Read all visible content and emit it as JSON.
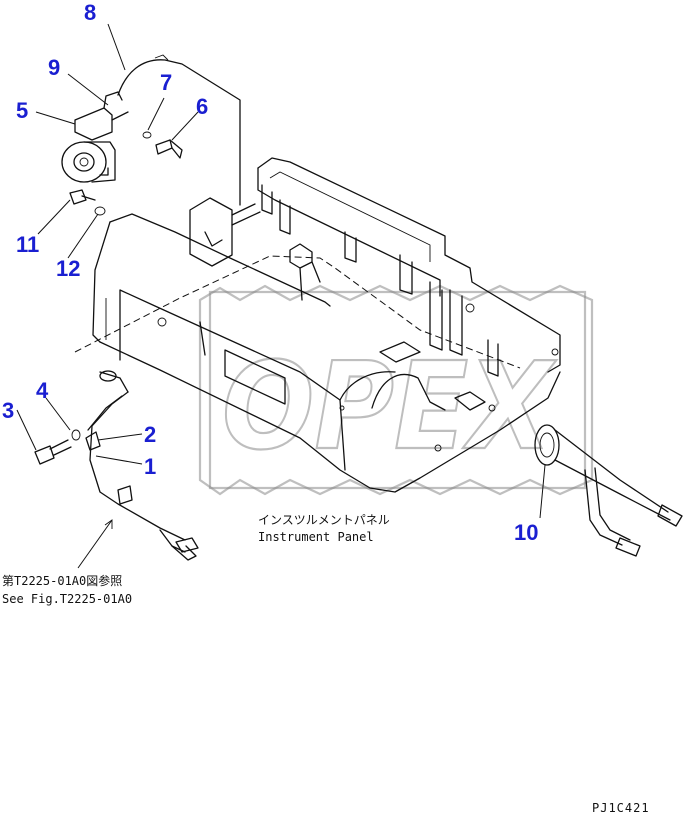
{
  "callouts": [
    {
      "id": "1",
      "label": "1"
    },
    {
      "id": "2",
      "label": "2"
    },
    {
      "id": "3",
      "label": "3"
    },
    {
      "id": "4",
      "label": "4"
    },
    {
      "id": "5",
      "label": "5"
    },
    {
      "id": "6",
      "label": "6"
    },
    {
      "id": "7",
      "label": "7"
    },
    {
      "id": "8",
      "label": "8"
    },
    {
      "id": "9",
      "label": "9"
    },
    {
      "id": "10",
      "label": "10"
    },
    {
      "id": "11",
      "label": "11"
    },
    {
      "id": "12",
      "label": "12"
    }
  ],
  "annotations": {
    "panel_jp": "インスツルメントパネル",
    "panel_en": "Instrument Panel",
    "ref_jp": "第T2225-01A0図参照",
    "ref_en": "See Fig.T2225-01A0"
  },
  "figure_code": "PJ1C421",
  "watermark": "OPEX",
  "colors": {
    "callout": "#1a1fd1",
    "line": "#111111",
    "watermark": "#8a8a8a"
  }
}
